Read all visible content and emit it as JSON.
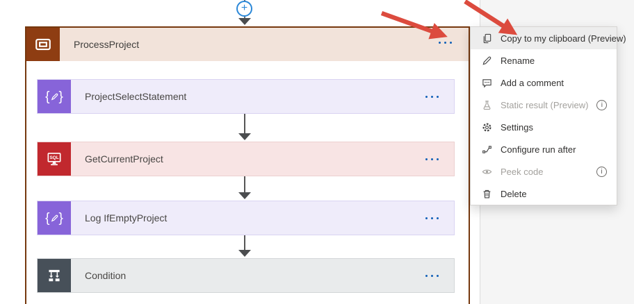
{
  "scope": {
    "title": "ProcessProject",
    "icon": "scope-icon",
    "color": "#8e3d12",
    "header_bg": "#f2e3da",
    "border_color": "#76380e",
    "actions": [
      {
        "title": "ProjectSelectStatement",
        "type": "compose",
        "icon": "compose-icon",
        "icon_color": "#8764d9",
        "bg": "#efecfa"
      },
      {
        "title": "GetCurrentProject",
        "type": "sql",
        "icon": "sql-server-icon",
        "icon_color": "#c1282e",
        "bg": "#f8e4e4",
        "icon_text": "SQL"
      },
      {
        "title": "Log IfEmptyProject",
        "type": "compose",
        "icon": "compose-icon",
        "icon_color": "#8764d9",
        "bg": "#efecfa"
      },
      {
        "title": "Condition",
        "type": "condition",
        "icon": "condition-icon",
        "icon_color": "#475059",
        "bg": "#e9ebec"
      }
    ],
    "more_options_icon": "ellipsis-icon",
    "ellipsis_color": "#1160b7"
  },
  "insert_button": {
    "glyph": "+",
    "color": "#2b88d8"
  },
  "context_menu": {
    "items": [
      {
        "label": "Copy to my clipboard (Preview)",
        "icon": "copy-icon",
        "state": "hovered",
        "info": false
      },
      {
        "label": "Rename",
        "icon": "rename-pencil-icon",
        "state": "normal",
        "info": false
      },
      {
        "label": "Add a comment",
        "icon": "comment-icon",
        "state": "normal",
        "info": false
      },
      {
        "label": "Static result (Preview)",
        "icon": "flask-icon",
        "state": "disabled",
        "info": true
      },
      {
        "label": "Settings",
        "icon": "gear-icon",
        "state": "normal",
        "info": false
      },
      {
        "label": "Configure run after",
        "icon": "run-after-icon",
        "state": "normal",
        "info": false
      },
      {
        "label": "Peek code",
        "icon": "eye-icon",
        "state": "disabled",
        "info": true
      },
      {
        "label": "Delete",
        "icon": "trash-icon",
        "state": "normal",
        "info": false
      }
    ],
    "info_glyph": "i"
  },
  "annotations": {
    "arrow_color": "#dc4b3e",
    "count": 2,
    "targets": [
      "more-options-ellipsis",
      "copy-to-clipboard-menu-item"
    ]
  }
}
